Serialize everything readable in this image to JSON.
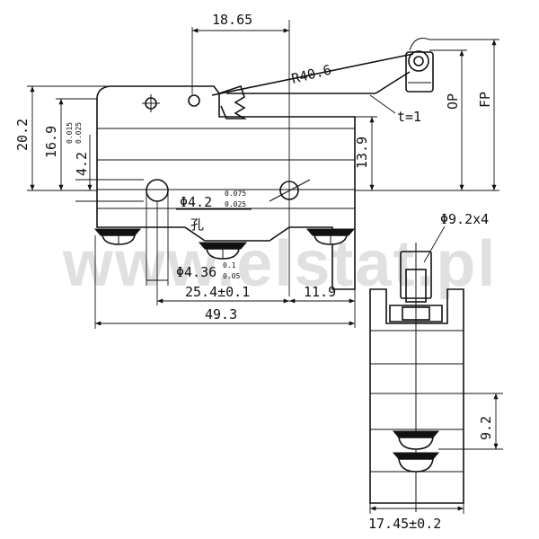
{
  "watermark": "www.elstat.pl",
  "dimensions": {
    "top_width": "18.65",
    "radius": "R40.6",
    "thickness": "t=1",
    "op": "OP",
    "fp": "FP",
    "total_height": "20.2",
    "inner_height": "16.9",
    "pin_offset": "4.2",
    "pin_offset_tol_upper": "0.015",
    "pin_offset_tol_lower": "0.025",
    "right_height": "13.9",
    "hole_dia": "Φ4.2",
    "hole_tol_upper": "0.075",
    "hole_tol_lower": "0.025",
    "hole_note": "孔",
    "mount_dia": "Φ4.36",
    "mount_tol_upper": "0.1",
    "mount_tol_lower": "0.05",
    "hole_spacing": "25.4±0.1",
    "right_offset": "11.9",
    "body_width": "49.3",
    "terminal_dia": "Φ9.2x4",
    "terminal_height": "9.2",
    "side_width": "17.45±0.2"
  }
}
